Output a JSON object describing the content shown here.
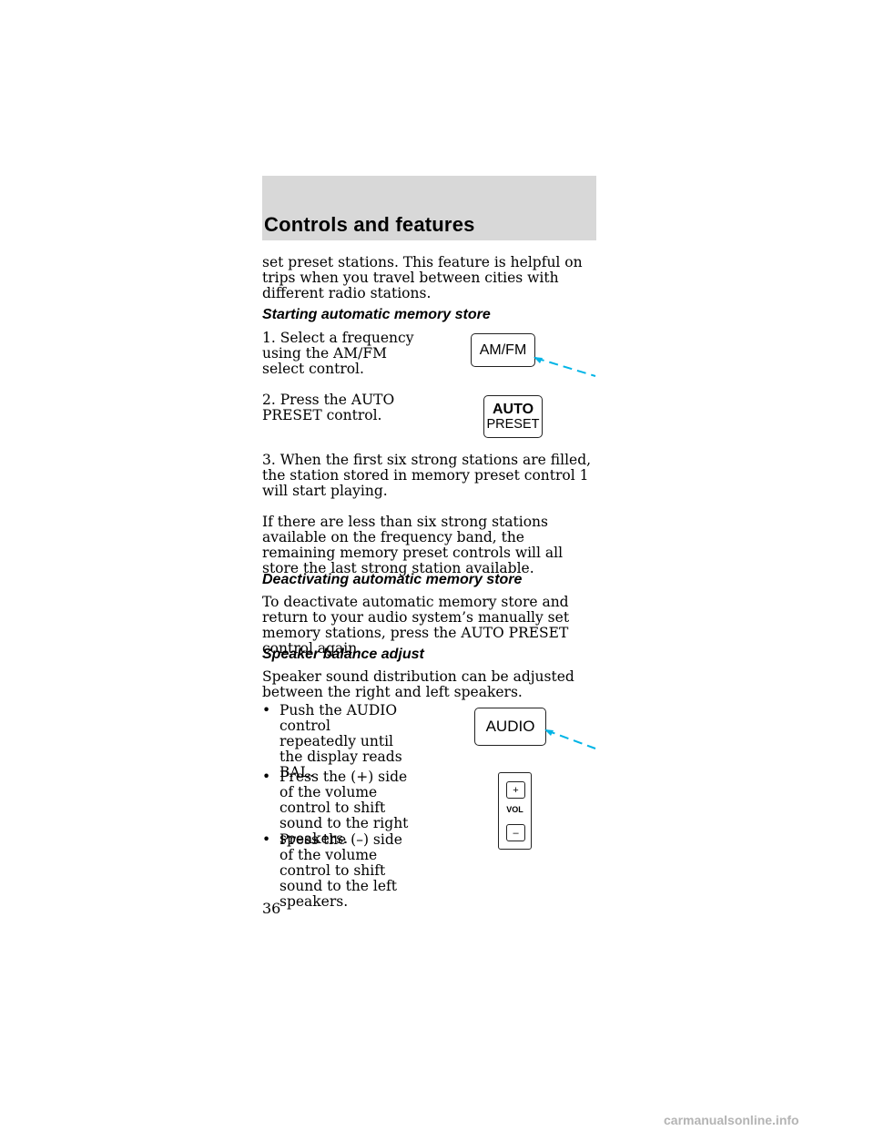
{
  "header": {
    "title": "Controls and features"
  },
  "body": {
    "intro": "set preset stations. This feature is helpful on trips when you travel between cities with different radio stations.",
    "section1": {
      "heading": "Starting automatic memory store",
      "step1": "1. Select a frequency using the AM/FM select control.",
      "step2": "2. Press the AUTO PRESET control.",
      "step3": "3. When the first six strong stations are filled, the station stored in memory preset control 1 will start playing.",
      "note": "If there are less than six strong stations available on the frequency band, the remaining memory preset controls will all store the last strong station available."
    },
    "section2": {
      "heading": "Deactivating automatic memory store",
      "text": "To deactivate automatic memory store and return to your audio system’s manually set memory stations, press the AUTO PRESET control again."
    },
    "section3": {
      "heading": "Speaker balance adjust",
      "text": "Speaker sound distribution can be adjusted between the right and left speakers.",
      "bullet_symbol": "•",
      "bullet1": "Push the AUDIO control repeatedly until the display reads BAL.",
      "bullet2": "Press the (+) side of the volume control to shift sound to the right speakers.",
      "bullet3": "Press the (–) side of the volume control to shift sound to the left speakers."
    }
  },
  "controls": {
    "amfm_label": "AM/FM",
    "auto_label": "AUTO",
    "preset_label": "PRESET",
    "audio_label": "AUDIO",
    "vol_label": "VOL",
    "vol_plus": "+",
    "vol_minus": "–",
    "pointer_color": "#00b4e6"
  },
  "page_number": "36",
  "footer": {
    "watermark": "carmanualsonline.info"
  }
}
